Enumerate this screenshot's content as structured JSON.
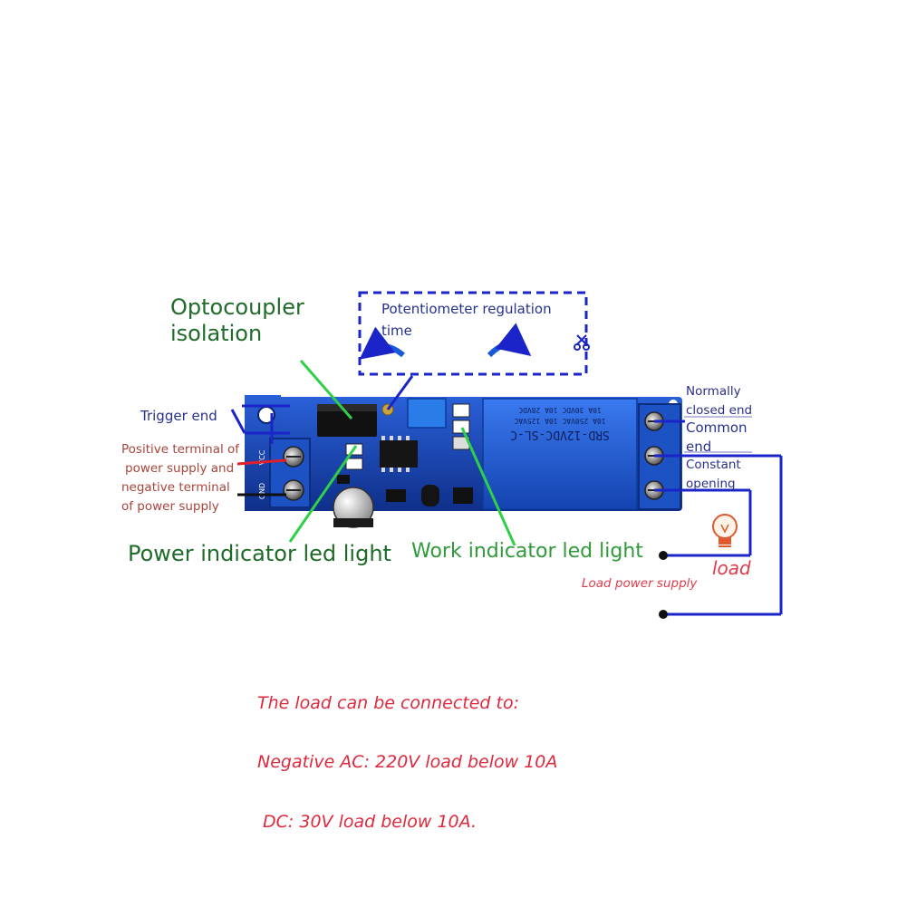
{
  "labels": {
    "optocoupler": [
      "Optocoupler",
      "isolation"
    ],
    "potentiometer": [
      "Potentiometer regulation",
      "time"
    ],
    "trigger_end": "Trigger end",
    "power_terminal": [
      "Positive terminal of",
      "power supply and",
      "negative terminal",
      "of power supply"
    ],
    "power_led": "Power indicator led light",
    "work_led": "Work indicator led light",
    "normally_closed": [
      "Normally",
      "closed end"
    ],
    "common": [
      "Common",
      "end"
    ],
    "constant_opening": [
      "Constant",
      "opening"
    ],
    "load": "load",
    "load_power_supply": "Load power supply"
  },
  "note": [
    "The load can be connected to:",
    "Negative AC: 220V load below 10A",
    " DC: 30V load below 10A."
  ],
  "board": {
    "relay_text": [
      "SRD-12VDC-SL-C",
      "10A 250VAC  10A 125VAC",
      "10A 30VDC  10A 28VDC"
    ],
    "input_pins": [
      "VCC",
      "GND"
    ]
  },
  "colors": {
    "board": "#1746b8",
    "relay": "#1f5fd6",
    "wire_blue": "#1a24c8",
    "green_pointer": "#2fcf48",
    "red_wire": "#e0202a"
  }
}
